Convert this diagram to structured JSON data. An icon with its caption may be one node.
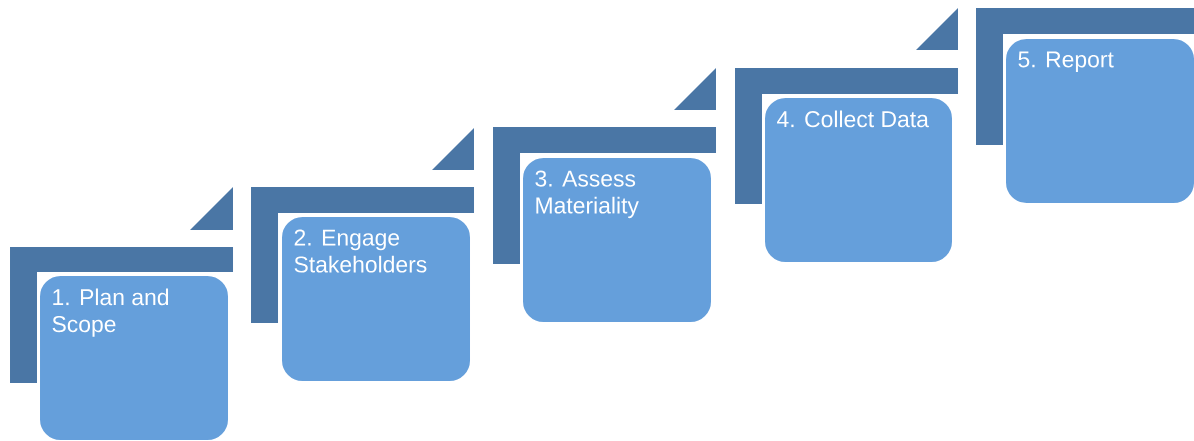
{
  "diagram": {
    "nodes": [
      {
        "text": [
          "1. Plan and Scope"
        ]
      },
      {
        "text": [
          "2. Engage Stakeholders"
        ]
      },
      {
        "text": [
          "3. Assess Materiality"
        ]
      },
      {
        "text": [
          "4. Collect Data"
        ]
      },
      {
        "text": [
          "5. Report"
        ]
      }
    ]
  }
}
